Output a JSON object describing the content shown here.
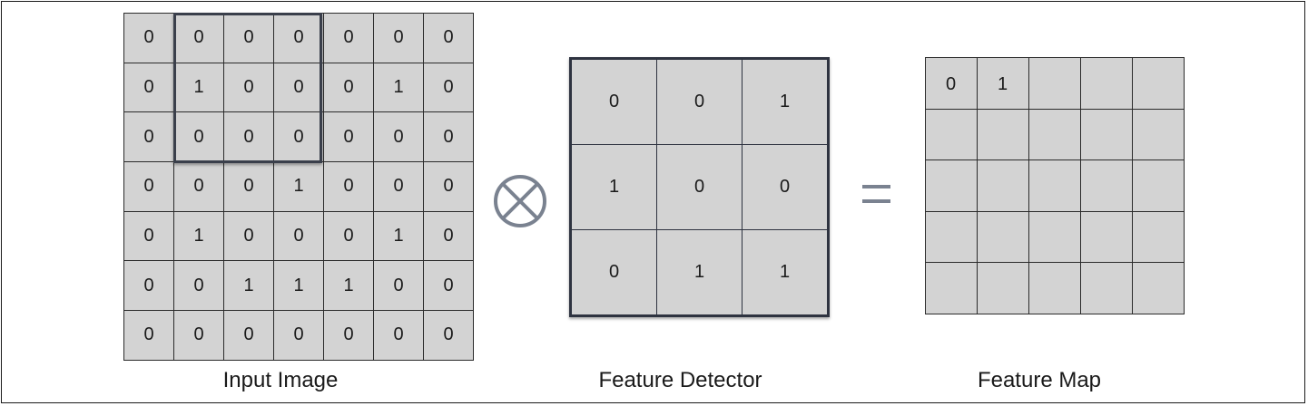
{
  "input_image": {
    "caption": "Input Image",
    "rows": [
      [
        "0",
        "0",
        "0",
        "0",
        "0",
        "0",
        "0"
      ],
      [
        "0",
        "1",
        "0",
        "0",
        "0",
        "1",
        "0"
      ],
      [
        "0",
        "0",
        "0",
        "0",
        "0",
        "0",
        "0"
      ],
      [
        "0",
        "0",
        "0",
        "1",
        "0",
        "0",
        "0"
      ],
      [
        "0",
        "1",
        "0",
        "0",
        "0",
        "1",
        "0"
      ],
      [
        "0",
        "0",
        "1",
        "1",
        "1",
        "0",
        "0"
      ],
      [
        "0",
        "0",
        "0",
        "0",
        "0",
        "0",
        "0"
      ]
    ]
  },
  "feature_detector": {
    "caption": "Feature Detector",
    "rows": [
      [
        "0",
        "0",
        "1"
      ],
      [
        "1",
        "0",
        "0"
      ],
      [
        "0",
        "1",
        "1"
      ]
    ]
  },
  "feature_map": {
    "caption": "Feature Map",
    "rows": [
      [
        "0",
        "1",
        "",
        "",
        ""
      ],
      [
        "",
        "",
        "",
        "",
        ""
      ],
      [
        "",
        "",
        "",
        "",
        ""
      ],
      [
        "",
        "",
        "",
        "",
        ""
      ],
      [
        "",
        "",
        "",
        "",
        ""
      ]
    ]
  },
  "operators": {
    "convolution_icon": "circled-times-icon",
    "equals_icon": "equals-icon",
    "stroke_color": "#7a8290"
  },
  "colors": {
    "cell_fill": "#d3d3d3",
    "grid_line": "#2b2b2b",
    "highlight_border": "#3a3f4b"
  }
}
